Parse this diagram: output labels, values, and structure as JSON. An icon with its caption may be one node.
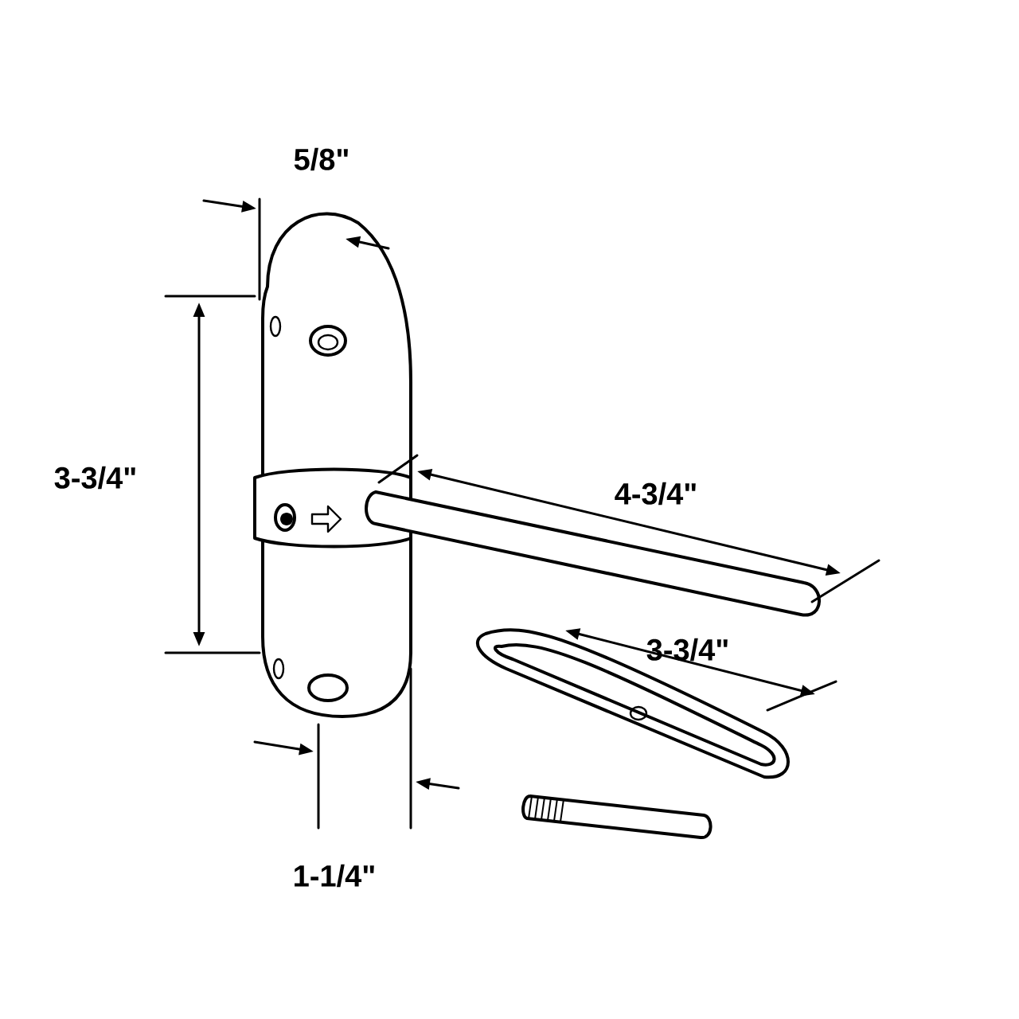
{
  "diagram": {
    "labels": [
      "5/8\"",
      "3-3/4\"",
      "4-3/4\"",
      "3-3/4\"",
      "1-1/4\""
    ]
  }
}
